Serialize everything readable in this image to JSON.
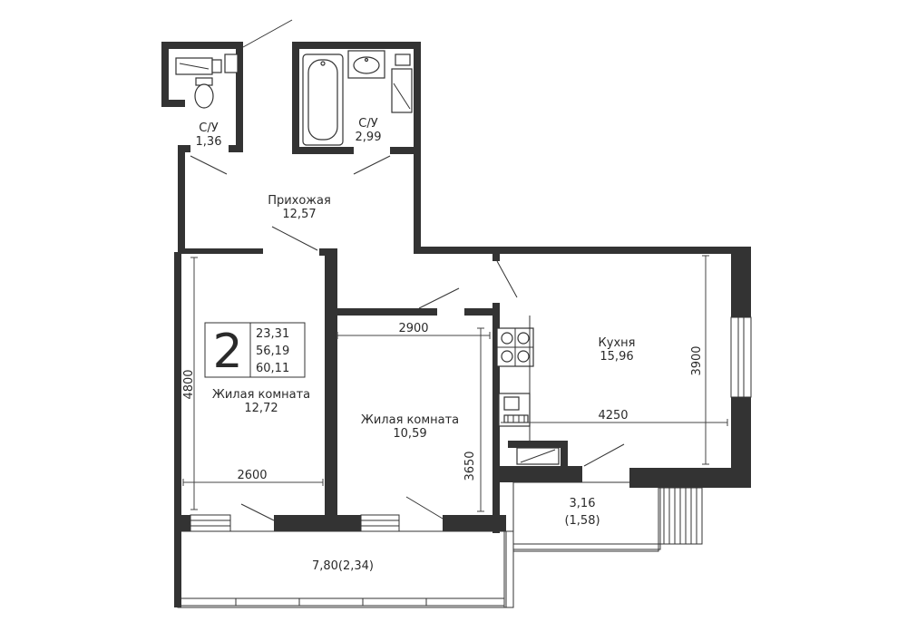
{
  "rooms": [
    {
      "name": "С/У",
      "area": "1,36"
    },
    {
      "name": "С/У",
      "area": "2,99"
    },
    {
      "name": "Прихожая",
      "area": "12,57"
    },
    {
      "name": "Кухня",
      "area": "15,96"
    },
    {
      "name": "Жилая комната",
      "area": "12,72"
    },
    {
      "name": "Жилая комната",
      "area": "10,59"
    }
  ],
  "balconies": [
    {
      "area": "3,16",
      "reduced": "(1,58)"
    },
    {
      "label": "7,80(2,34)"
    }
  ],
  "dimensions": [
    "4800",
    "2600",
    "2900",
    "3650",
    "3900",
    "4250"
  ],
  "summary": {
    "rooms_count": "2",
    "living_area": "23,31",
    "total_area": "56,19",
    "full_area": "60,11"
  }
}
